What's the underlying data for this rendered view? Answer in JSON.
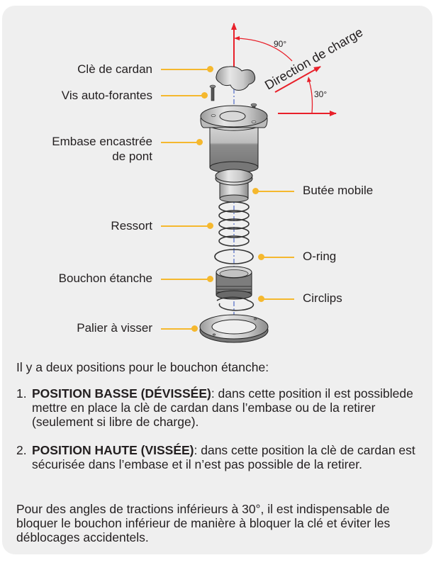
{
  "diagram": {
    "labels_left": [
      {
        "id": "cle-de-cardan",
        "text": "Clè de cardan"
      },
      {
        "id": "vis-auto-forantes",
        "text": "Vis auto-forantes"
      },
      {
        "id": "embase-line1",
        "text": "Embase encastrée"
      },
      {
        "id": "embase-line2",
        "text": "de pont"
      },
      {
        "id": "ressort",
        "text": "Ressort"
      },
      {
        "id": "bouchon-etanche",
        "text": "Bouchon étanche"
      },
      {
        "id": "palier-a-visser",
        "text": "Palier à visser"
      }
    ],
    "labels_right": [
      {
        "id": "butee-mobile",
        "text": "Butée mobile"
      },
      {
        "id": "o-ring",
        "text": "O-ring"
      },
      {
        "id": "circlips",
        "text": "Circlips"
      }
    ],
    "direction_label": "Direction de charge",
    "angle_90": "90°",
    "angle_30": "30°",
    "colors": {
      "leader": "#f5b82e",
      "arrow": "#e8202a",
      "axis": "#5b74c8",
      "panel": "#efefef"
    }
  },
  "text": {
    "intro": "Il y a deux positions pour le bouchon étanche:",
    "items": [
      {
        "num": "1.",
        "title": "POSITION BASSE (DÉVISSÉE)",
        "body": ": dans cette position il est possiblede mettre en place la clè de cardan dans l’embase ou de la retirer (seulement si libre de charge)."
      },
      {
        "num": "2.",
        "title": "POSITION HAUTE (VISSÉE)",
        "body": ": dans cette position la clè de cardan est sécurisée dans l’embase et il n’est pas possible de la retirer."
      }
    ],
    "note": "Pour des angles de tractions inférieurs à 30°, il est indispensable de bloquer le bouchon inférieur de manière à bloquer la clé et éviter les déblocages accidentels."
  }
}
